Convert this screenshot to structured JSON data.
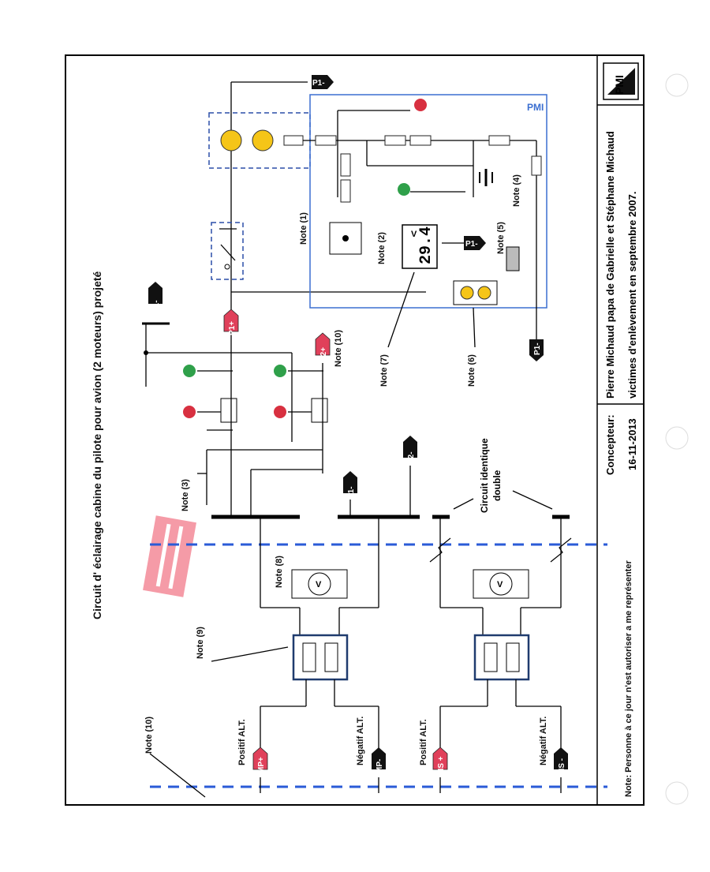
{
  "title": "Circuit d' éclairage cabine du pilote pour avion (2 moteurs) projeté",
  "pmi_label": "PMI",
  "voltmeter": {
    "unit": "V",
    "reading": "29.4"
  },
  "meter_symbol": "V",
  "notes": {
    "n1": "Note (1)",
    "n2": "Note (2)",
    "n3": "Note (3)",
    "n4": "Note (4)",
    "n5": "Note (5)",
    "n6": "Note (6)",
    "n7": "Note (7)",
    "n8": "Note (8)",
    "n9": "Note (9)",
    "n10": "Note (10)"
  },
  "tags": {
    "p1_minus": "P1-",
    "p1_plus": "P1+",
    "p2_plus": "P2+",
    "p2_minus": "P2-",
    "mp_plus": "MP+",
    "mp_minus": "MP-",
    "ms_plus": "MS +",
    "ms_minus": "MS -"
  },
  "labels": {
    "positif_alt": "Positif ALT.",
    "negatif_alt": "Négatif ALT.",
    "circuit_identique_1": "Circuit identique",
    "circuit_identique_2": "double"
  },
  "footer": {
    "note": "Note: Personne à ce jour n'est autoriser a me représenter",
    "concepteur_label": "Concepteur:",
    "date": "16-11-2013",
    "credit_1": "Pierre Michaud papa de Gabrielle et Stéphane Michaud",
    "credit_2": "victimes d'enlèvement en septembre 2007.",
    "logo": "PMI"
  },
  "colors": {
    "red_tag": "#e0405a",
    "black_tag": "#111111",
    "blue_box": "#3b6fd1",
    "dash_blue": "#2a5bd7",
    "yellow_light": "#f5c518",
    "green_led": "#2fa04a",
    "red_led": "#d83040"
  }
}
